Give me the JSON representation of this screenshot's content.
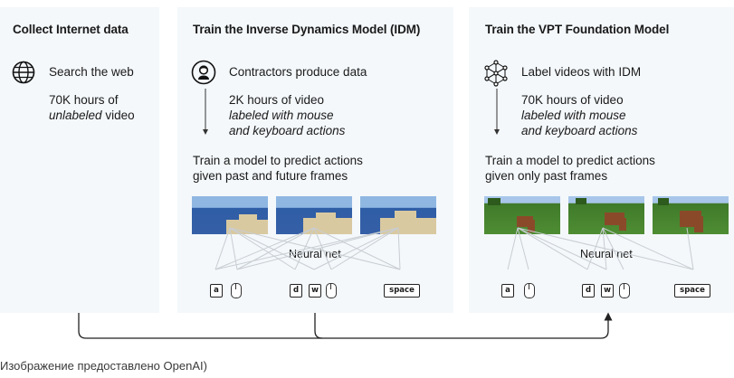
{
  "panels": {
    "collect": {
      "title": "Collect Internet data",
      "step": "Search the web",
      "stat_line1": "70K hours of",
      "stat_line2_italic": "unlabeled",
      "stat_line2_rest": " video"
    },
    "idm": {
      "title": "Train the Inverse Dynamics Model (IDM)",
      "step": "Contractors produce data",
      "stat_line1": "2K hours of video",
      "stat_line2": "labeled with mouse",
      "stat_line3": "and keyboard actions",
      "desc_line1": "Train a model to predict actions",
      "desc_line2": "given past and future frames",
      "network_label": "Neural net",
      "keys": [
        "a",
        "d",
        "w",
        "space"
      ]
    },
    "vpt": {
      "title": "Train the VPT Foundation Model",
      "step": "Label videos with IDM",
      "stat_line1": "70K hours of video",
      "stat_line2": "labeled with mouse",
      "stat_line3": "and keyboard actions",
      "desc_line1": "Train a model to predict actions",
      "desc_line2": "given only past frames",
      "network_label": "Neural net",
      "keys": [
        "a",
        "d",
        "w",
        "space"
      ]
    }
  },
  "icons": {
    "collect": "globe-icon",
    "idm": "person-icon",
    "vpt": "network-icon"
  },
  "caption": "Изображение предоставлено OpenAI)"
}
